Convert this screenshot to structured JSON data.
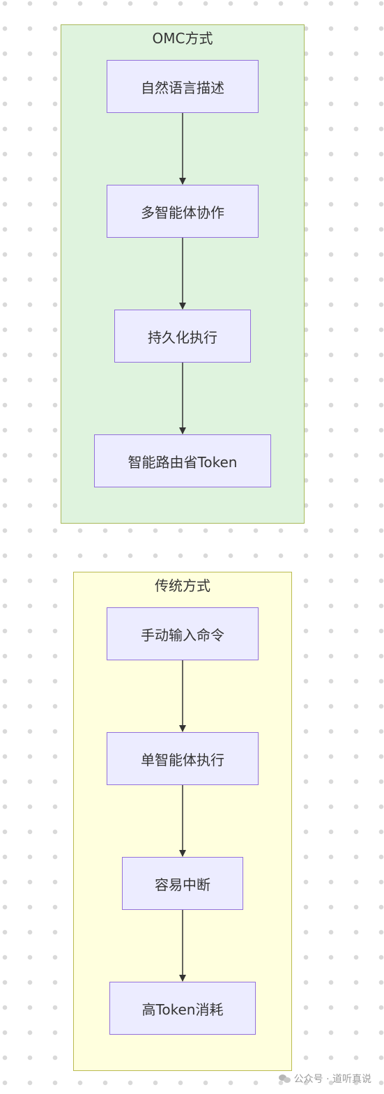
{
  "groups": {
    "omc": {
      "title": "OMC方式",
      "nodes": [
        "自然语言描述",
        "多智能体协作",
        "持久化执行",
        "智能路由省Token"
      ]
    },
    "traditional": {
      "title": "传统方式",
      "nodes": [
        "手动输入命令",
        "单智能体执行",
        "容易中断",
        "高Token消耗"
      ]
    }
  },
  "edges": [
    {
      "from": "自然语言描述",
      "to": "多智能体协作"
    },
    {
      "from": "多智能体协作",
      "to": "持久化执行"
    },
    {
      "from": "持久化执行",
      "to": "智能路由省Token"
    },
    {
      "from": "手动输入命令",
      "to": "单智能体执行"
    },
    {
      "from": "单智能体执行",
      "to": "容易中断"
    },
    {
      "from": "容易中断",
      "to": "高Token消耗"
    }
  ],
  "watermark": "公众号 · 道听真说",
  "colors": {
    "omc_fill": "#dff3de",
    "traditional_fill": "#ffffde",
    "node_fill": "#ececff",
    "node_border": "#9370db",
    "edge": "#333333"
  }
}
